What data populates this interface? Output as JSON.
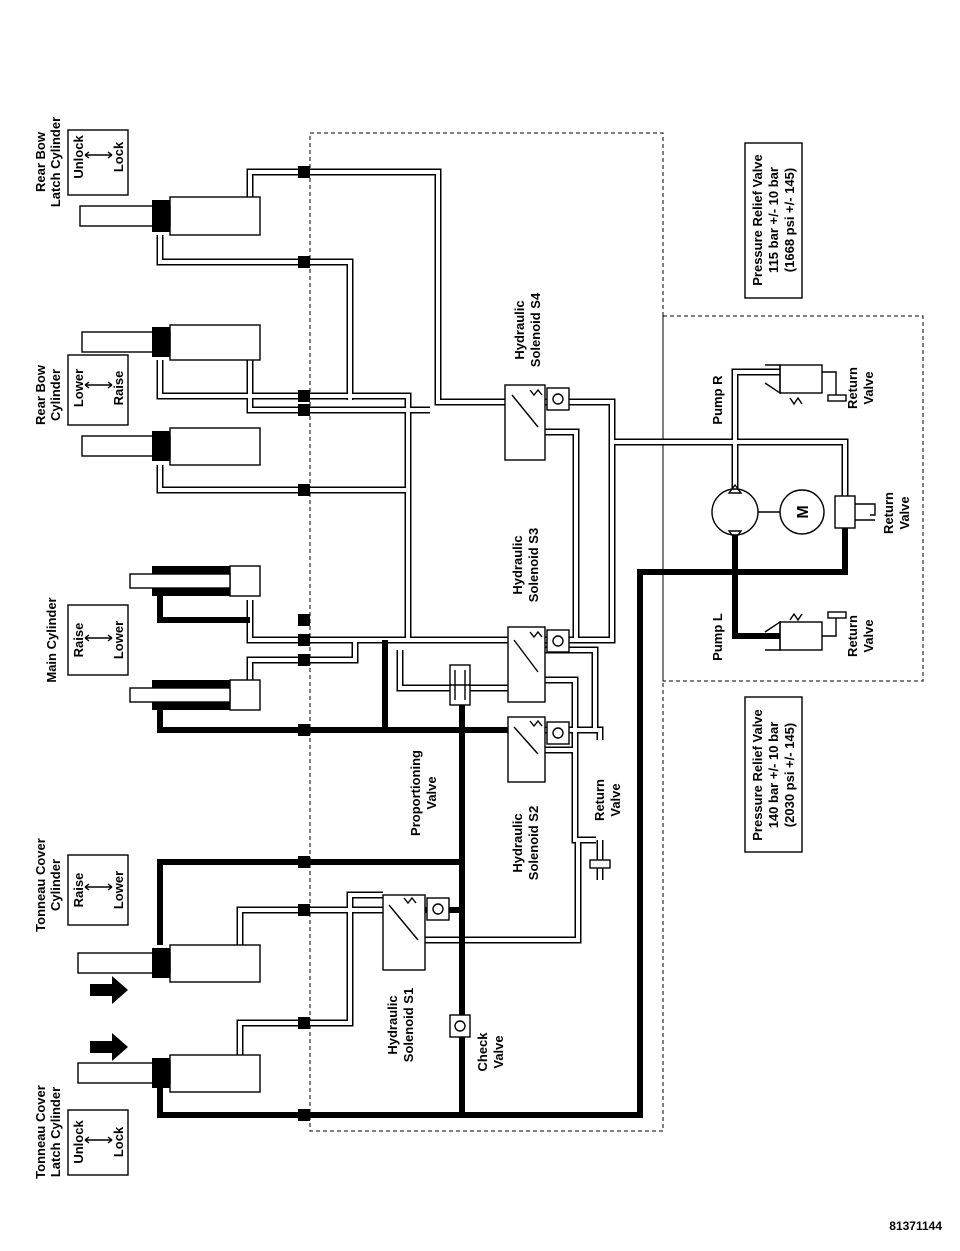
{
  "components": {
    "rear_bow_latch": {
      "title_1": "Rear Bow",
      "title_2": "Latch Cylinder",
      "a": "Unlock",
      "b": "Lock"
    },
    "rear_bow": {
      "title_1": "Rear Bow",
      "title_2": "Cylinder",
      "a": "Lower",
      "b": "Raise"
    },
    "main": {
      "title": "Main Cylinder",
      "a": "Raise",
      "b": "Lower"
    },
    "tonneau_cover": {
      "title_1": "Tonneau Cover",
      "title_2": "Cylinder",
      "a": "Raise",
      "b": "Lower"
    },
    "tonneau_latch": {
      "title_1": "Tonneau Cover",
      "title_2": "Latch Cylinder",
      "a": "Unlock",
      "b": "Lock"
    }
  },
  "valves": {
    "s4": {
      "l1": "Hydraulic",
      "l2": "Solenoid S4"
    },
    "s3": {
      "l1": "Hydraulic",
      "l2": "Solenoid S3"
    },
    "s2": {
      "l1": "Hydraulic",
      "l2": "Solenoid S2"
    },
    "s1": {
      "l1": "Hydraulic",
      "l2": "Solenoid S1"
    },
    "proportioning": {
      "l1": "Proportioning",
      "l2": "Valve"
    },
    "check": {
      "l1": "Check",
      "l2": "Valve"
    },
    "return_mid": {
      "l1": "Return",
      "l2": "Valve"
    },
    "return_r": {
      "l1": "Return",
      "l2": "Valve"
    },
    "return_m": {
      "l1": "Return",
      "l2": "Valve"
    },
    "return_l": {
      "l1": "Return",
      "l2": "Valve"
    }
  },
  "pump": {
    "pump_r": "Pump R",
    "pump_l": "Pump L",
    "motor": "M"
  },
  "relief": {
    "top": {
      "l1": "Pressure Relief Valve",
      "l2": "115 bar +/- 10 bar",
      "l3": "(1668 psi +/- 145)"
    },
    "bottom": {
      "l1": "Pressure Relief Valve",
      "l2": "140 bar +/- 10 bar",
      "l3": "(2030 psi +/- 145)"
    }
  },
  "figure_id": "81371144"
}
